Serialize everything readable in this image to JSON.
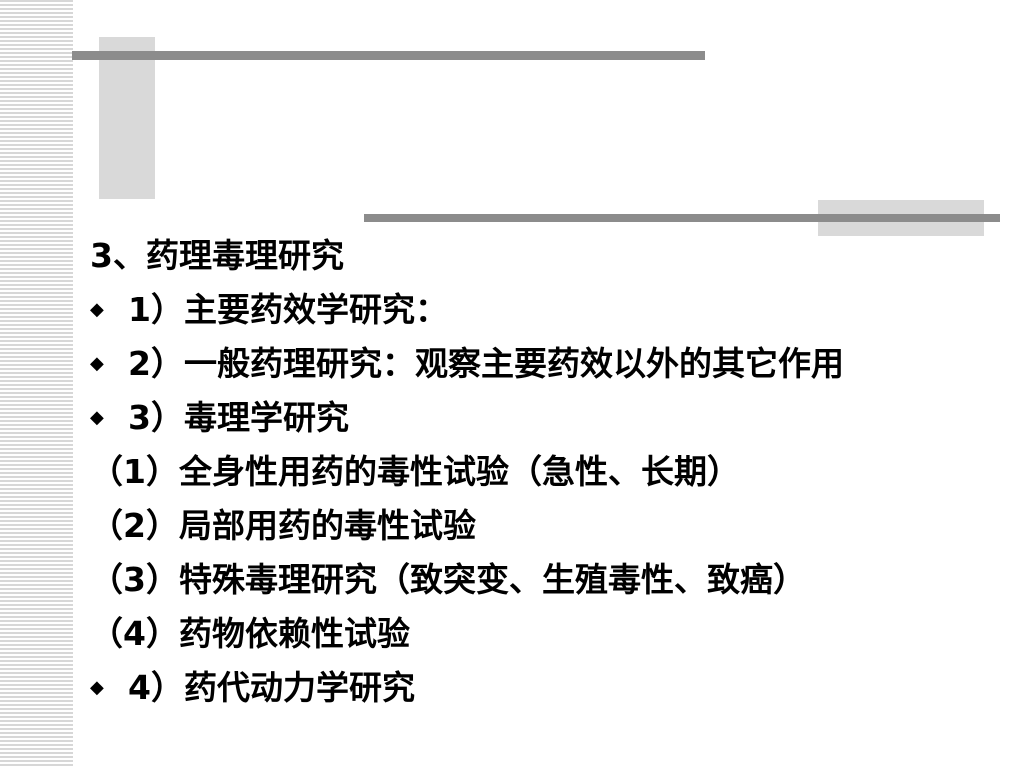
{
  "slide": {
    "items": [
      {
        "text": "3、药理毒理研究",
        "bullet": false
      },
      {
        "text": "1）主要药效学研究：",
        "bullet": true
      },
      {
        "text": "2）一般药理研究：观察主要药效以外的其它作用",
        "bullet": true
      },
      {
        "text": "3）毒理学研究",
        "bullet": true
      },
      {
        "text": "（1）全身性用药的毒性试验（急性、长期）",
        "bullet": false
      },
      {
        "text": "（2）局部用药的毒性试验",
        "bullet": false
      },
      {
        "text": "（3）特殊毒理研究（致突变、生殖毒性、致癌）",
        "bullet": false
      },
      {
        "text": "（4）药物依赖性试验",
        "bullet": false
      },
      {
        "text": "4）药代动力学研究",
        "bullet": true
      }
    ],
    "bullet_icon": "diamond-bullet-icon",
    "colors": {
      "text": "#000000",
      "stripe": "#d7d7d7",
      "bar": "#8c8c8c",
      "block": "#d9d9d9"
    }
  }
}
